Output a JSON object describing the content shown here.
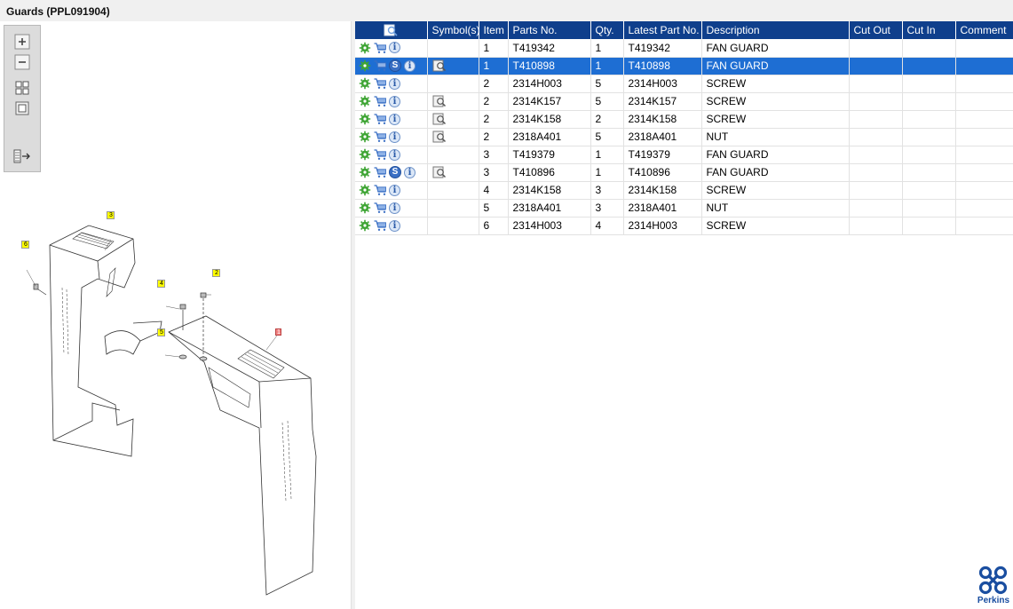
{
  "window": {
    "title": "Guards (PPL091904)"
  },
  "toolbox": {
    "buttons": [
      {
        "name": "zoom-in-icon"
      },
      {
        "name": "zoom-out-icon"
      },
      {
        "name": "fit-all-icon"
      },
      {
        "name": "fit-window-icon"
      },
      {
        "name": "export-icon"
      }
    ]
  },
  "diagram": {
    "callouts": [
      "3",
      "6",
      "4",
      "2",
      "5",
      "1"
    ]
  },
  "table": {
    "headers": [
      "Symbol(s)",
      "Item",
      "Parts No.",
      "Qty.",
      "Latest Part No.",
      "Description",
      "Cut Out",
      "Cut In",
      "Comment"
    ],
    "rows": [
      {
        "item": "1",
        "part": "T419342",
        "qty": "1",
        "latest": "T419342",
        "desc": "FAN GUARD",
        "s": false,
        "sym": false,
        "selected": false
      },
      {
        "item": "1",
        "part": "T410898",
        "qty": "1",
        "latest": "T410898",
        "desc": "FAN GUARD",
        "s": true,
        "sym": true,
        "selected": true
      },
      {
        "item": "2",
        "part": "2314H003",
        "qty": "5",
        "latest": "2314H003",
        "desc": "SCREW",
        "s": false,
        "sym": false,
        "selected": false
      },
      {
        "item": "2",
        "part": "2314K157",
        "qty": "5",
        "latest": "2314K157",
        "desc": "SCREW",
        "s": false,
        "sym": true,
        "selected": false
      },
      {
        "item": "2",
        "part": "2314K158",
        "qty": "2",
        "latest": "2314K158",
        "desc": "SCREW",
        "s": false,
        "sym": true,
        "selected": false
      },
      {
        "item": "2",
        "part": "2318A401",
        "qty": "5",
        "latest": "2318A401",
        "desc": "NUT",
        "s": false,
        "sym": true,
        "selected": false
      },
      {
        "item": "3",
        "part": "T419379",
        "qty": "1",
        "latest": "T419379",
        "desc": "FAN GUARD",
        "s": false,
        "sym": false,
        "selected": false
      },
      {
        "item": "3",
        "part": "T410896",
        "qty": "1",
        "latest": "T410896",
        "desc": "FAN GUARD",
        "s": true,
        "sym": true,
        "selected": false
      },
      {
        "item": "4",
        "part": "2314K158",
        "qty": "3",
        "latest": "2314K158",
        "desc": "SCREW",
        "s": false,
        "sym": false,
        "selected": false
      },
      {
        "item": "5",
        "part": "2318A401",
        "qty": "3",
        "latest": "2318A401",
        "desc": "NUT",
        "s": false,
        "sym": false,
        "selected": false
      },
      {
        "item": "6",
        "part": "2314H003",
        "qty": "4",
        "latest": "2314H003",
        "desc": "SCREW",
        "s": false,
        "sym": false,
        "selected": false
      }
    ]
  },
  "logo": {
    "text": "Perkins"
  },
  "colors": {
    "header_bg": "#0f3f8c",
    "selected_row": "#1e6ed3",
    "gear": "#3fa535",
    "cart": "#3a6fc4",
    "callout": "#ffff00"
  }
}
